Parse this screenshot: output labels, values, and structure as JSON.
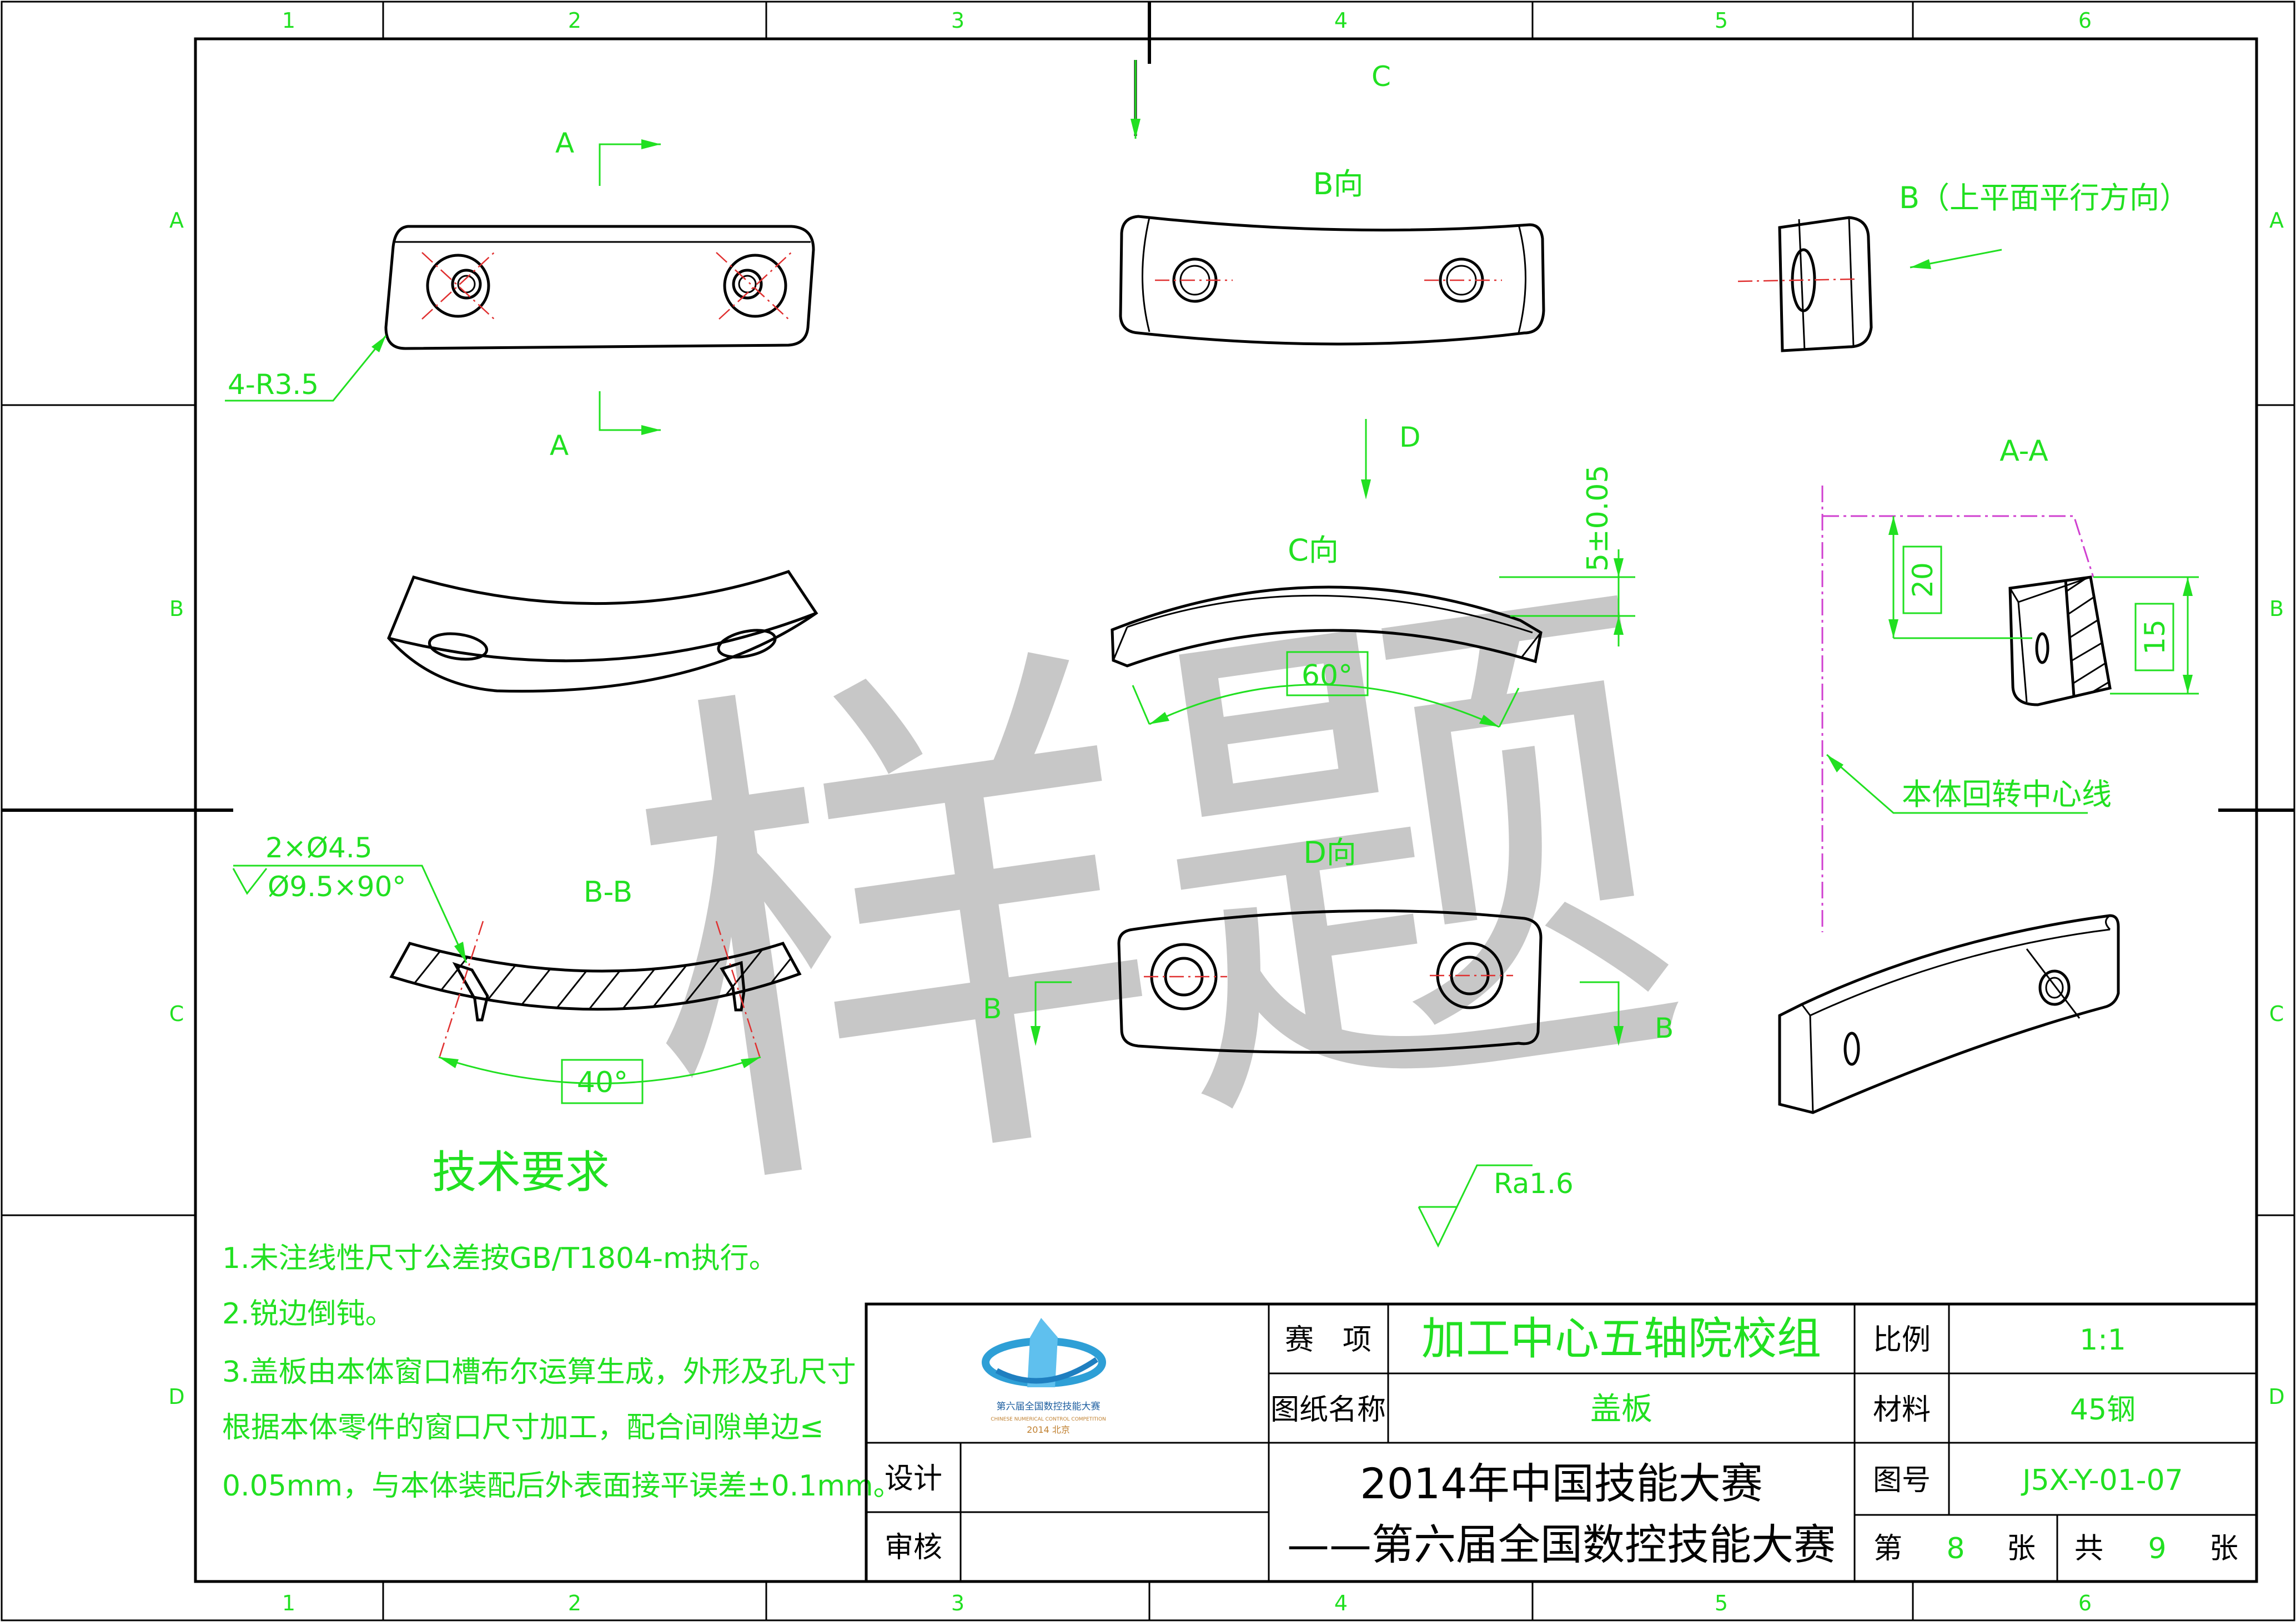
{
  "border": {
    "columns": [
      "1",
      "2",
      "3",
      "4",
      "5",
      "6"
    ],
    "rows": [
      "A",
      "B",
      "C",
      "D"
    ]
  },
  "views": {
    "section_a_label": "A",
    "view_b_label": "B向",
    "view_b_parallel": "B（上平面平行方向）",
    "arrow_c": "C",
    "arrow_d": "D",
    "view_c_label": "C向",
    "view_d_label": "D向",
    "section_bb_label": "B-B",
    "section_aa_label": "A-A",
    "arrow_b": "B"
  },
  "dimensions": {
    "corner_radius": "4-R3.5",
    "hole_spec_line1": "2×Ø4.5",
    "hole_spec_line2": "Ø9.5×90°",
    "angle_40": "40°",
    "angle_60": "60°",
    "thickness": "5±0.05",
    "dim_20": "20",
    "dim_15": "15",
    "axis_note": "本体回转中心线",
    "roughness": "Ra1.6"
  },
  "watermark": "样题",
  "tech_requirements": {
    "title": "技术要求",
    "items": [
      "1.未注线性尺寸公差按GB/T1804-m执行。",
      "2.锐边倒钝。",
      "3.盖板由本体窗口槽布尔运算生成，外形及孔尺寸",
      "根据本体零件的窗口尺寸加工，配合间隙单边≤",
      "0.05mm，与本体装配后外表面接平误差±0.1mm。"
    ]
  },
  "title_block": {
    "logo_line1": "第六届全国数控技能大赛",
    "logo_line2": "CHINESE NUMERICAL CONTROL COMPETITION",
    "logo_line3": "2014 北京",
    "event_label": "赛　项",
    "event_value": "加工中心五轴院校组",
    "drawing_name_label": "图纸名称",
    "drawing_name_value": "盖板",
    "scale_label": "比例",
    "scale_value": "1:1",
    "material_label": "材料",
    "material_value": "45钢",
    "design_label": "设计",
    "review_label": "审核",
    "contest_line1": "2014年中国技能大赛",
    "contest_line2": "——第六届全国数控技能大赛",
    "drawing_no_label": "图号",
    "drawing_no_value": "J5X-Y-01-07",
    "sheet_label": "第",
    "sheet_no": "8",
    "sheet_unit": "张",
    "total_label": "共",
    "total_no": "9",
    "total_unit": "张"
  },
  "colors": {
    "annotation": "#21e021",
    "outline": "#000000",
    "centerline": "#e03030",
    "axis_line": "#d040d0",
    "watermark": "#9a9a9a"
  }
}
